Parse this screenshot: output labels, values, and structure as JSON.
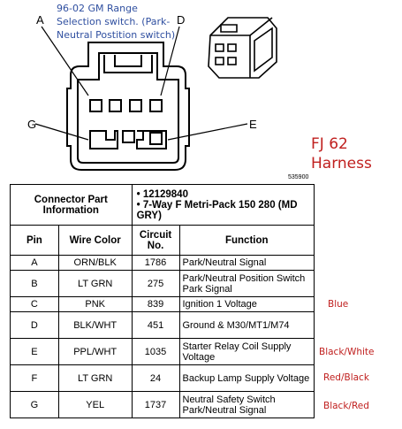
{
  "note_lines": [
    "96-02 GM Range",
    "Selection switch. (Park-",
    "Neutral Postition switch)"
  ],
  "connector_labels": {
    "a": "A",
    "d": "D",
    "g": "G",
    "e": "E"
  },
  "diagram_number": "535900",
  "fj_title_lines": [
    "FJ 62",
    "Harness"
  ],
  "table": {
    "header_left": "Connector Part Information",
    "part_numbers": [
      "12129840",
      "7-Way F Metri-Pack 150 280 (MD GRY)"
    ],
    "columns": {
      "pin": "Pin",
      "wire": "Wire Color",
      "circuit": "Circuit No.",
      "function": "Function"
    },
    "rows": [
      {
        "pin": "A",
        "wire": "ORN/BLK",
        "circuit": "1786",
        "function": "Park/Neutral Signal"
      },
      {
        "pin": "B",
        "wire": "LT GRN",
        "circuit": "275",
        "function": "Park/Neutral Position Switch Park Signal"
      },
      {
        "pin": "C",
        "wire": "PNK",
        "circuit": "839",
        "function": "Ignition 1 Voltage"
      },
      {
        "pin": "D",
        "wire": "BLK/WHT",
        "circuit": "451",
        "function": "Ground & M30/MT1/M74"
      },
      {
        "pin": "E",
        "wire": "PPL/WHT",
        "circuit": "1035",
        "function": "Starter Relay Coil Supply Voltage"
      },
      {
        "pin": "F",
        "wire": "LT GRN",
        "circuit": "24",
        "function": "Backup Lamp Supply Voltage"
      },
      {
        "pin": "G",
        "wire": "YEL",
        "circuit": "1737",
        "function": "Neutral Safety Switch Park/Neutral Signal"
      }
    ]
  },
  "side_notes": {
    "c": "Blue",
    "e": "Black/White",
    "f": "Red/Black",
    "g": "Black/Red"
  },
  "colors": {
    "annotation_blue": "#2f4fa0",
    "annotation_red": "#c0201f"
  }
}
